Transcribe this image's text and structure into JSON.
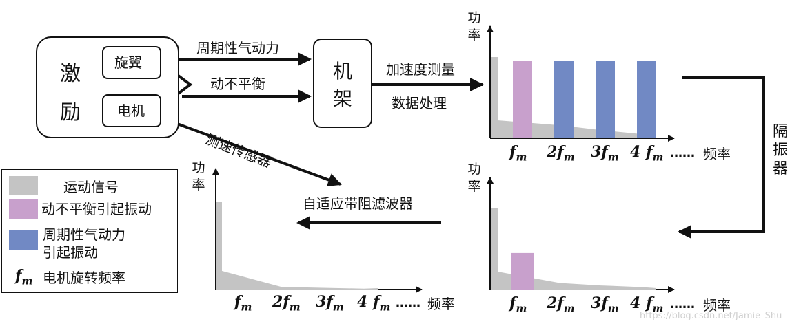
{
  "colors": {
    "motion": "#c4c4c4",
    "imbalance": "#c8a0cc",
    "aero": "#7189c4",
    "line": "#111111"
  },
  "excitation": {
    "title": "激励",
    "rotor": "旋翼",
    "motor": "电机"
  },
  "frame": {
    "label": "机架"
  },
  "arrows": {
    "aero_force": "周期性气动力",
    "imbalance": "动不平衡",
    "speed_sensor": "测速传感器",
    "accel_measure": "加速度测量",
    "data_processing": "数据处理",
    "isolation": "隔振器",
    "filter": "自适应带阻滤波器"
  },
  "axes": {
    "y_label": "功率",
    "x_label": "频率",
    "ticks": [
      "f",
      "2f",
      "3f",
      "4 f"
    ],
    "tick_sub": "m",
    "ellipsis": "……"
  },
  "legend": {
    "items": [
      {
        "color_key": "motion",
        "label": "运动信号"
      },
      {
        "color_key": "imbalance",
        "label": "动不平衡引起振动"
      },
      {
        "color_key": "aero",
        "label": "周期性气动力\n引起振动"
      }
    ],
    "fm_symbol": "f",
    "fm_sub": "m",
    "fm_label": "电机旋转频率"
  },
  "chart_data": [
    {
      "type": "bar",
      "panel": "after-measurement",
      "categories": [
        "0",
        "fm",
        "2fm",
        "3fm",
        "4fm"
      ],
      "series": [
        {
          "name": "运动信号",
          "values": [
            1.0,
            0.22,
            0.16,
            0.1,
            0.05
          ]
        },
        {
          "name": "动不平衡引起振动",
          "values": [
            0,
            0.95,
            0,
            0,
            0
          ]
        },
        {
          "name": "周期性气动力引起振动",
          "values": [
            0,
            0,
            0.95,
            0.95,
            0.95
          ]
        }
      ]
    },
    {
      "type": "bar",
      "panel": "after-isolation",
      "categories": [
        "0",
        "fm",
        "2fm",
        "3fm",
        "4fm"
      ],
      "series": [
        {
          "name": "运动信号",
          "values": [
            1.0,
            0.22,
            0.08,
            0.05,
            0.03
          ]
        },
        {
          "name": "动不平衡引起振动",
          "values": [
            0,
            0.45,
            0,
            0,
            0
          ]
        },
        {
          "name": "周期性气动力引起振动",
          "values": [
            0,
            0,
            0,
            0,
            0
          ]
        }
      ]
    },
    {
      "type": "bar",
      "panel": "after-filter",
      "categories": [
        "0",
        "fm",
        "2fm",
        "3fm",
        "4fm"
      ],
      "series": [
        {
          "name": "运动信号",
          "values": [
            1.0,
            0.22,
            0.03,
            0.02,
            0.01
          ]
        },
        {
          "name": "动不平衡引起振动",
          "values": [
            0,
            0,
            0,
            0,
            0
          ]
        },
        {
          "name": "周期性气动力引起振动",
          "values": [
            0,
            0,
            0,
            0,
            0
          ]
        }
      ]
    }
  ],
  "watermark": "https://blog.csdn.net/Jamie_Shu"
}
